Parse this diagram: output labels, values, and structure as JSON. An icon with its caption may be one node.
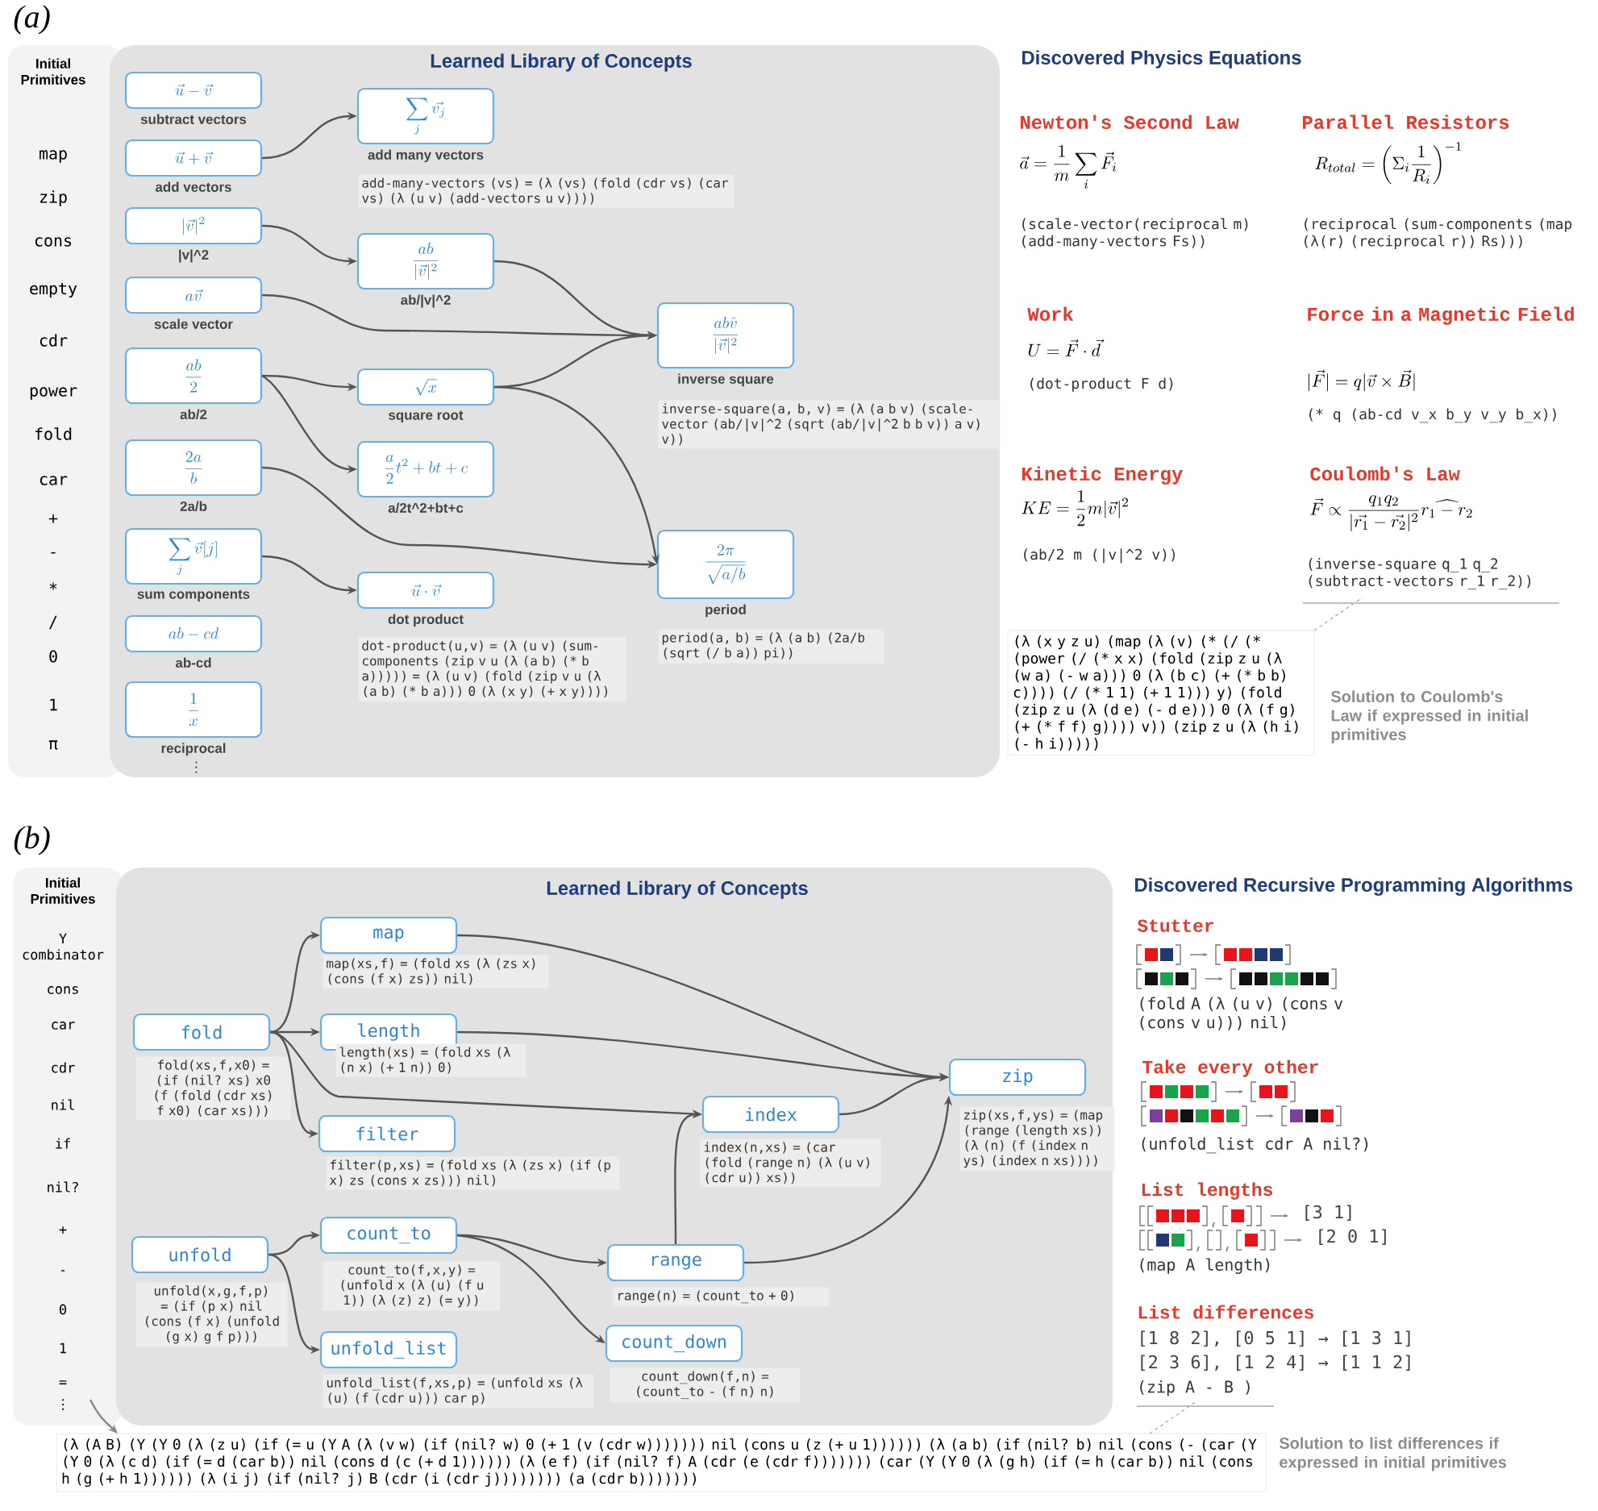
{
  "diagram": {
    "nodes": [
      {
        "text": [
          "Initial Primitives",
          "map",
          "zip",
          "cons",
          "empty",
          "cdr",
          "power",
          "fold",
          "car",
          "+",
          "-",
          "*",
          "/",
          "0",
          "1",
          "π"
        ]
      },
      {
        "text": [
          "Learned Library of Concepts"
        ]
      },
      {
        "text": [
          "\\vec{u}-\\vec{v}",
          "subtract vectors"
        ],
        "in": 1
      },
      {
        "text": [
          "\\vec{u}+\\vec{v}",
          "add vectors"
        ],
        "in": 1
      },
      {
        "text": [
          "|\\vec{v}|^2",
          "|v|^2"
        ],
        "in": 1
      },
      {
        "text": [
          "a\\vec{v}",
          "scale vector"
        ],
        "in": 1
      },
      {
        "text": [
          "\\frac{ab}{2}",
          "ab/2"
        ],
        "in": 1
      },
      {
        "text": [
          "\\frac{2a}{b}",
          "2a/b"
        ],
        "in": 1
      },
      {
        "text": [
          "\\sum_j \\vec{v}[j]",
          "sum components"
        ],
        "in": 1
      },
      {
        "text": [
          "ab-cd",
          "ab-cd"
        ],
        "in": 1
      },
      {
        "text": [
          "\\frac{1}{x}",
          "reciprocal"
        ],
        "in": 1
      },
      {
        "text": [
          "\\sum_j \\vec{v_j}",
          "add many vectors"
        ],
        "in": 1,
        "beside": [
          "add-many-vectors (vs) = (λ (vs) (fold (cdr vs) (car vs) (λ (u v) (add-vectors u v))))"
        ]
      },
      {
        "text": [
          "\\frac{ab}{|\\vec{v}|^2}",
          "ab/|v|^2"
        ],
        "in": 1
      },
      {
        "text": [
          "\\sqrt{x}",
          "square root"
        ],
        "in": 1
      },
      {
        "text": [
          "\\frac{a}{2}t^2+bt+c",
          "a/2t^2+bt+c"
        ],
        "in": 1
      },
      {
        "text": [
          "\\vec{u}\\cdot\\vec{v}",
          "dot product"
        ],
        "in": 1,
        "beside": [
          "dot-product(u,v) = (λ (u v) (sum-components (zip v u (λ (a b) (* b a))))) = (λ (u v) (fold (zip v u (λ (a b) (* b a))) 0 (λ (x y) (+ x y))))"
        ]
      },
      {
        "text": [
          "\\frac{ab\\hat{v}}{|\\vec{v}|^2}",
          "inverse square"
        ],
        "in": 1,
        "beside": [
          "inverse-square(a, b, v) = (λ (a b v) (scale-vector (ab/|v|^2 (sqrt (ab/|v|^2 b b v)) a v) v))"
        ]
      },
      {
        "text": [
          "\\frac{2\\pi}{\\sqrt{a/b}}",
          "period"
        ],
        "in": 1,
        "beside": [
          "period(a, b) = (λ (a b) (2a/b (sqrt (/ b a)) pi))"
        ]
      },
      {
        "text": [
          "(λ (x y z u) (map (λ (v) (* (/ (* (power (/ (* x x) (fold (zip z u (λ (w a) (- w a))) 0 (λ (b c) (+ (* b b) c)))) (/ (* 1 1) (+ 1 1))) y) (fold (zip z u (λ (d e) (- d e))) 0 (λ (f g) (+ (* f f) g)))) v)) (zip z u (λ (h i) (- h i)))))"
        ],
        "beside": [
          "Solution to Coulomb's Law if expressed in initial primitives"
        ]
      },
      {
        "text": [
          "Initial Primitives",
          "Y combinator",
          "cons",
          "car",
          "cdr",
          "nil",
          "if",
          "nil?",
          "+",
          "-",
          "0",
          "1",
          "=",
          "⋮"
        ]
      },
      {
        "text": [
          "Learned Library of Concepts"
        ]
      },
      {
        "text": [
          "map"
        ],
        "in": 20,
        "beside": [
          "map(xs,f) = (fold xs (λ (zs x) (cons (f x) zs)) nil)"
        ]
      },
      {
        "text": [
          "fold"
        ],
        "in": 20,
        "beside": [
          "fold(xs,f,x0) = (if (nil? xs) x0 (f (fold (cdr xs) f x0) (car xs)))"
        ]
      },
      {
        "text": [
          "length"
        ],
        "in": 20,
        "beside": [
          "length(xs) = (fold xs (λ (n x) (+ 1 n)) 0)"
        ]
      },
      {
        "text": [
          "filter"
        ],
        "in": 20,
        "beside": [
          "filter(p,xs) = (fold xs (λ (zs x) (if (p x) zs (cons x zs))) nil)"
        ]
      },
      {
        "text": [
          "index"
        ],
        "in": 20,
        "beside": [
          "index(n,xs) = (car (fold (range n) (λ (u v) (cdr u)) xs))"
        ]
      },
      {
        "text": [
          "zip"
        ],
        "in": 20,
        "beside": [
          "zip(xs,f,ys) = (map (range (length xs)) (λ (n) (f (index n ys) (index n xs))))"
        ]
      },
      {
        "text": [
          "unfold"
        ],
        "in": 20,
        "beside": [
          "unfold(x,g,f,p) = (if (p x) nil (cons (f x) (unfold (g x) g f p)))"
        ]
      },
      {
        "text": [
          "count_to"
        ],
        "in": 20,
        "beside": [
          "count_to(f,x,y) = (unfold x (λ (u) (f u 1)) (λ (z) z) (= y))"
        ]
      },
      {
        "text": [
          "range"
        ],
        "in": 20,
        "beside": [
          "range(n) = (count_to + 0)"
        ]
      },
      {
        "text": [
          "count_down"
        ],
        "in": 20,
        "beside": [
          "count_down(f,n) = (count_to - (f n) n)"
        ]
      },
      {
        "text": [
          "unfold_list"
        ],
        "in": 20,
        "beside": [
          "unfold_list(f,xs,p) = (unfold xs (λ (u) (f (cdr u))) car p)"
        ]
      },
      {
        "text": [
          "(λ (A B) (Y (Y 0 (λ (z u) (if (= u (Y A (λ (v w) (if (nil? w) 0 (+ 1 (v (cdr w))))))) nil (cons u (z (+ u 1)))))) (λ (a b) (if (nil? b) nil (cons (- (car (Y (Y 0 (λ (c d) (if (= d (car b)) nil (cons d (c (+ d 1)))))) (λ (e f) (if (nil? f) A (cdr (e (cdr f))))))) (car (Y (Y 0 (λ (g h) (if (= h (car b)) nil (cons h (g (+ h 1)))))) (λ (i j) (if (nil? j) B (cdr (i (cdr j)))))))) (a (cdr b)))))))"
        ],
        "beside": [
          "Solution to list differences if expressed in initial primitives"
        ]
      },
      {
        "text": [
          "(inverse-square q_1 q_2 (subtract-vectors r_1 r_2))"
        ]
      },
      {
        "text": [
          "(zip A - B )"
        ]
      }
    ],
    "edges": [
      {
        "from": 3,
        "to": 11,
        "arrow": "to"
      },
      {
        "from": 4,
        "to": 12,
        "arrow": "to"
      },
      {
        "from": 12,
        "to": 16,
        "arrow": "to"
      },
      {
        "from": 5,
        "to": 16,
        "arrow": "to"
      },
      {
        "from": 13,
        "to": 16,
        "arrow": "to"
      },
      {
        "from": 6,
        "to": 13,
        "arrow": "to"
      },
      {
        "from": 6,
        "to": 14,
        "arrow": "to"
      },
      {
        "from": 7,
        "to": 17,
        "arrow": "to"
      },
      {
        "from": 13,
        "to": 17,
        "arrow": "to"
      },
      {
        "from": 8,
        "to": 15,
        "arrow": "to"
      },
      {
        "from": 18,
        "to": 33,
        "arrow": "none",
        "style": "dashed",
        "color": "#b0b0b0"
      },
      {
        "from": 22,
        "to": 21,
        "arrow": "to"
      },
      {
        "from": 22,
        "to": 23,
        "arrow": "to"
      },
      {
        "from": 22,
        "to": 24,
        "arrow": "to"
      },
      {
        "from": 22,
        "to": 25,
        "arrow": "to"
      },
      {
        "from": 21,
        "to": 26,
        "arrow": "to"
      },
      {
        "from": 23,
        "to": 26,
        "arrow": "to"
      },
      {
        "from": 25,
        "to": 26,
        "arrow": "to"
      },
      {
        "from": 29,
        "to": 25,
        "arrow": "to"
      },
      {
        "from": 29,
        "to": 26,
        "arrow": "to"
      },
      {
        "from": 27,
        "to": 28,
        "arrow": "to"
      },
      {
        "from": 27,
        "to": 31,
        "arrow": "to"
      },
      {
        "from": 28,
        "to": 29,
        "arrow": "to"
      },
      {
        "from": 28,
        "to": 30,
        "arrow": "to"
      },
      {
        "from": 19,
        "to": 32,
        "arrow": "to",
        "color": "#888888"
      },
      {
        "from": 32,
        "to": 34,
        "arrow": "none",
        "style": "dashed",
        "color": "#b0b0b0"
      }
    ],
    "labels": [
      "(a)",
      "Discovered Physics Equations",
      "Newton's Second Law",
      "\\vec{a}=\\frac{1}{m}\\sum_i \\vec{F}_i",
      "(scale-vector(reciprocal m) (add-many-vectors Fs))",
      "Parallel Resistors",
      "R_{total}=\\left(\\Sigma_i \\frac{1}{R_i}\\right)^{-1}",
      "(reciprocal (sum-components (map (λ(r) (reciprocal r)) Rs)))",
      "Work",
      "U=\\vec{F}\\cdot\\vec{d}",
      "(dot-product F d)",
      "Force in a Magnetic Field",
      "|\\vec{F}|=q|\\vec{v}\\times\\vec{B}|",
      "(* q (ab-cd v_x b_y v_y b_x))",
      "Kinetic Energy",
      "KE=\\frac{1}{2}m|\\vec{v}|^2",
      "(ab/2 m (|v|^2 v))",
      "Coulomb's Law",
      "\\vec{F}\\propto\\frac{q_1 q_2}{|\\vec{r_1}-\\vec{r_2}|^2}\\widehat{r_1-r_2}",
      "⋮",
      "(b)",
      "Discovered Recursive Programming Algorithms",
      "Stutter",
      "(fold A (λ (u v) (cons v (cons v u))) nil)",
      "Take every other",
      "(unfold_list cdr A nil?)",
      "List lengths",
      "[3 1]",
      "[2 0 1]",
      "(map A length)",
      "List differences",
      "[1 8 2], [0 5 1] → [1 3 1]",
      "[2 3 6], [1 2 4] → [1 1 2]"
    ]
  }
}
